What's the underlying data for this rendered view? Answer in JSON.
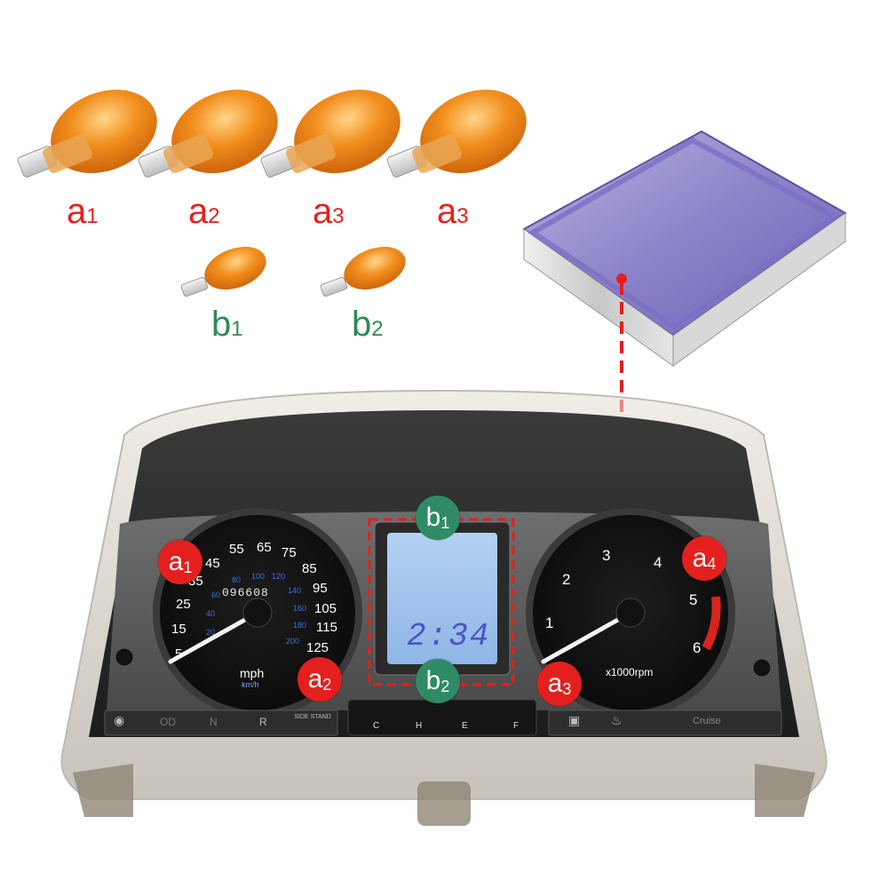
{
  "bulbs_large": [
    {
      "letter": "a",
      "num": "1"
    },
    {
      "letter": "a",
      "num": "2"
    },
    {
      "letter": "a",
      "num": "3"
    },
    {
      "letter": "a",
      "num": "3"
    }
  ],
  "bulbs_small": [
    {
      "letter": "b",
      "num": "1"
    },
    {
      "letter": "b",
      "num": "2"
    }
  ],
  "badges": {
    "a1": {
      "letter": "a",
      "num": "1"
    },
    "a2": {
      "letter": "a",
      "num": "2"
    },
    "a3": {
      "letter": "a",
      "num": "3"
    },
    "a4": {
      "letter": "a",
      "num": "4"
    },
    "b1": {
      "letter": "b",
      "num": "1"
    },
    "b2": {
      "letter": "b",
      "num": "2"
    }
  },
  "speedometer": {
    "mph_ticks": [
      "5",
      "15",
      "25",
      "35",
      "45",
      "55",
      "65",
      "75",
      "85",
      "95",
      "105",
      "115",
      "125"
    ],
    "kmh_ticks": [
      "20",
      "40",
      "60",
      "80",
      "100",
      "120",
      "140",
      "160",
      "180",
      "200"
    ],
    "odometer": "096608",
    "unit_primary": "mph",
    "unit_secondary": "km/h"
  },
  "tachometer": {
    "ticks": [
      "1",
      "2",
      "3",
      "4",
      "5",
      "6"
    ],
    "unit": "x1000rpm"
  },
  "lcd": {
    "clock": "2:34"
  },
  "temp_gauge": {
    "cold": "C",
    "hot": "H"
  },
  "fuel_gauge": {
    "empty": "E",
    "full": "F"
  },
  "indicator_left": {
    "od": "OD",
    "n": "N",
    "r": "R",
    "side_stand": "SIDE STAND"
  },
  "indicator_right": {
    "cruise": "Cruise"
  },
  "colors": {
    "label_red": "#e8201f",
    "label_green": "#2e8b57",
    "badge_red": "#e3201d",
    "badge_green": "#2f8a66",
    "lcd_blue": "#9fc4ee",
    "bulb_amber": "#f08a16"
  }
}
